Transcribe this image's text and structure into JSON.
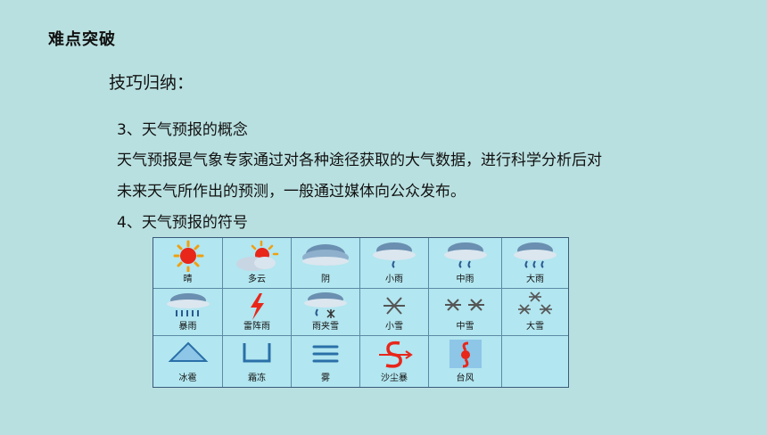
{
  "heading": "难点突破",
  "subheading": "技巧归纳：",
  "lines": [
    "3、天气预报的概念",
    "天气预报是气象专家通过对各种途径获取的大气数据，进行科学分析后对",
    "未来天气所作出的预测，一般通过媒体向公众发布。",
    "4、天气预报的符号"
  ],
  "symbols": [
    {
      "label": "晴",
      "icon": "sunny-icon"
    },
    {
      "label": "多云",
      "icon": "cloudy-icon"
    },
    {
      "label": "阴",
      "icon": "overcast-icon"
    },
    {
      "label": "小雨",
      "icon": "light-rain-icon"
    },
    {
      "label": "中雨",
      "icon": "moderate-rain-icon"
    },
    {
      "label": "大雨",
      "icon": "heavy-rain-icon"
    },
    {
      "label": "暴雨",
      "icon": "rainstorm-icon"
    },
    {
      "label": "雷阵雨",
      "icon": "thunder-shower-icon"
    },
    {
      "label": "雨夹雪",
      "icon": "sleet-icon"
    },
    {
      "label": "小雪",
      "icon": "light-snow-icon"
    },
    {
      "label": "中雪",
      "icon": "moderate-snow-icon"
    },
    {
      "label": "大雪",
      "icon": "heavy-snow-icon"
    },
    {
      "label": "冰雹",
      "icon": "hail-icon"
    },
    {
      "label": "霜冻",
      "icon": "frost-icon"
    },
    {
      "label": "雾",
      "icon": "fog-icon"
    },
    {
      "label": "沙尘暴",
      "icon": "sandstorm-icon"
    },
    {
      "label": "台风",
      "icon": "typhoon-icon"
    },
    {
      "label": "",
      "icon": ""
    }
  ]
}
